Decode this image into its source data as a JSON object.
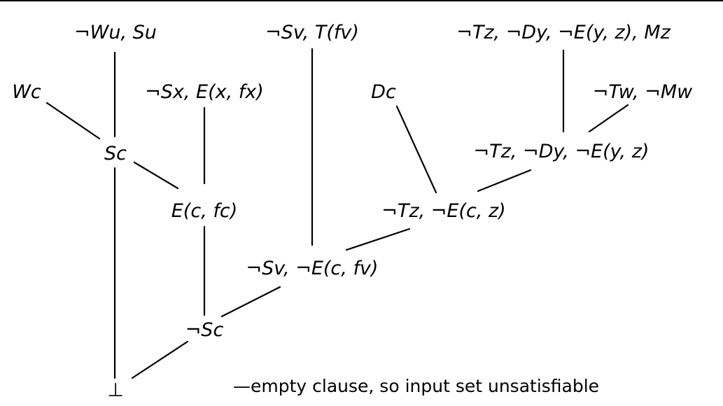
{
  "clauses": {
    "n_wu_su": "¬Wu, Su",
    "wc": "Wc",
    "sc": "Sc",
    "n_sx_exfx": "¬Sx, E(x, fx)",
    "ecfc": "E(c, fc)",
    "n_sv_tfv": "¬Sv, T(fv)",
    "dc": "Dc",
    "n_tz_dy_eyz_mz": "¬Tz, ¬Dy, ¬E(y, z), Mz",
    "n_tw_mw": "¬Tw, ¬Mw",
    "n_tz_dy_eyz": "¬Tz, ¬Dy, ¬E(y, z)",
    "n_tz_ecz": "¬Tz, ¬E(c, z)",
    "n_sv_ecfv": "¬Sv, ¬E(c, fv)",
    "n_sc": "¬Sc",
    "bottom": "⊥"
  },
  "caption": "—empty clause, so input set unsatisfiable"
}
